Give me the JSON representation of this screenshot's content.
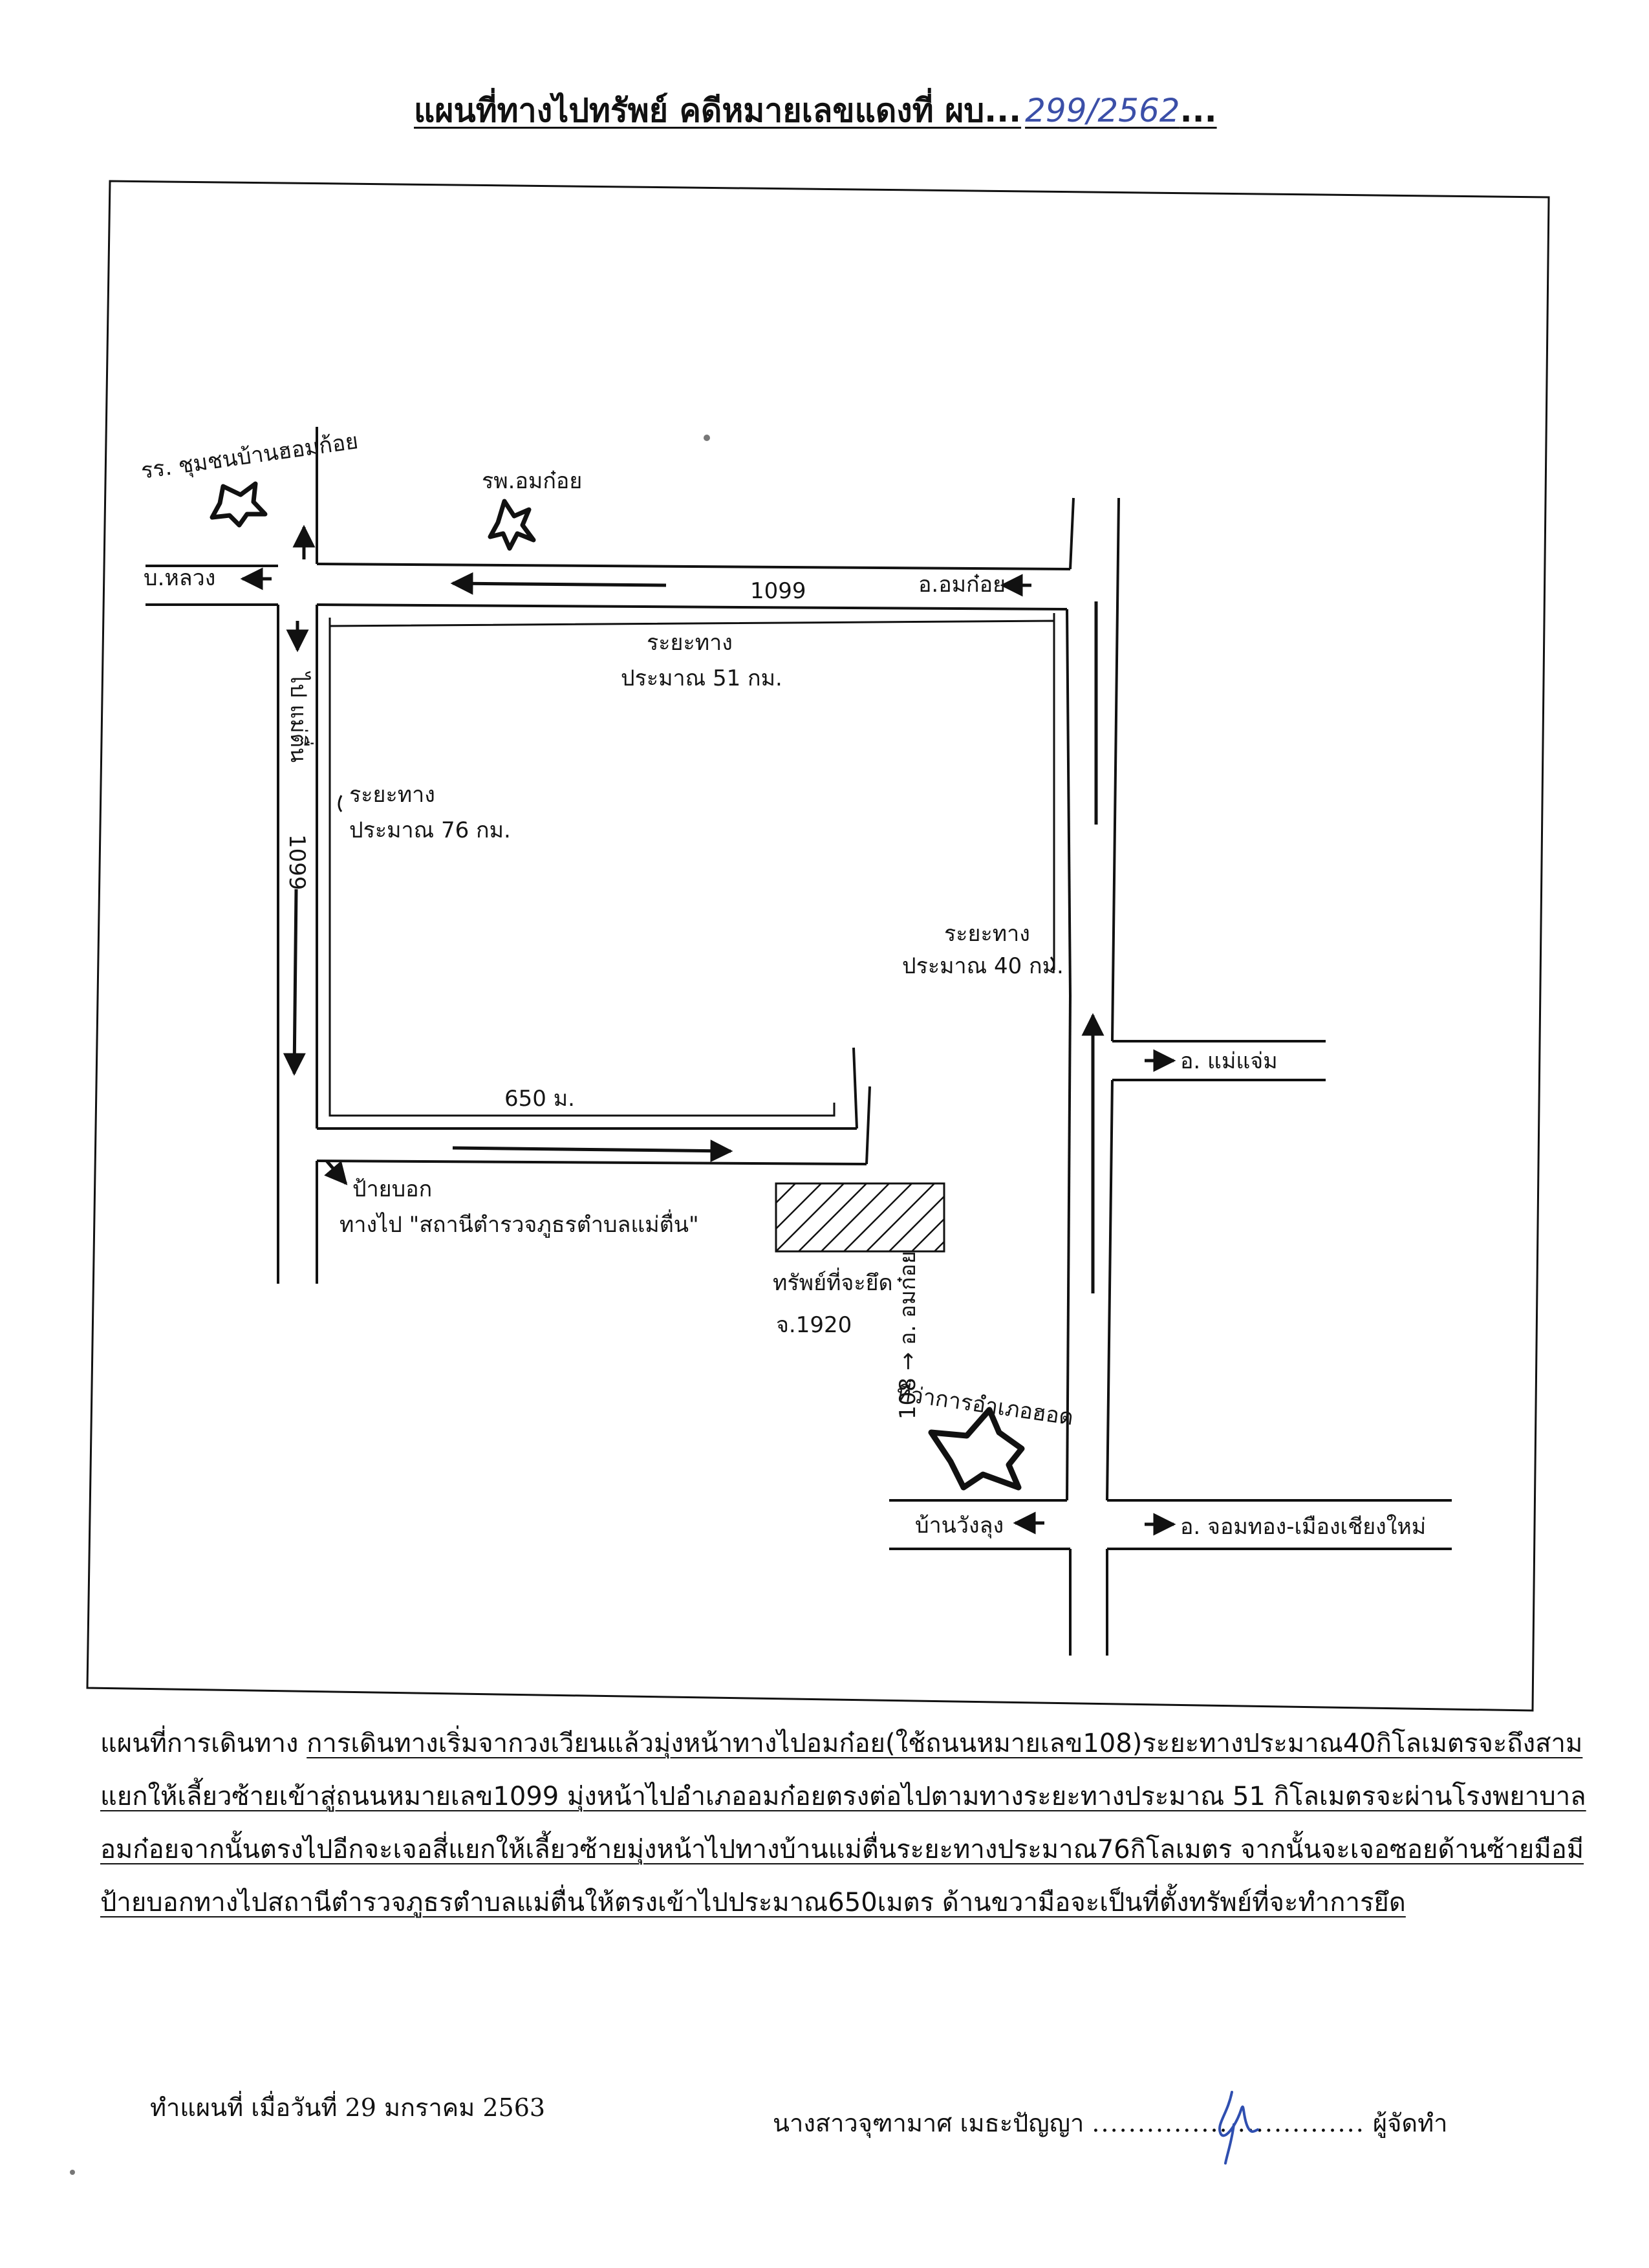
{
  "title": {
    "text": "แผนที่ทางไปทรัพย์  คดีหมายเลขแดงที่ ผบ...",
    "case_number": "299/2562",
    "trail": "..."
  },
  "map": {
    "labels": {
      "school": "รร. ชุมชนบ้านฮอมก้อย",
      "hospital": "รพ.อมก๋อย",
      "ban_luang": "บ.หลวง",
      "road_1099_top": "1099",
      "amphoe_omkoi": "อ.อมก๋อย",
      "dist_51_a": "ระยะทาง",
      "dist_51_b": "ประมาณ 51 กม.",
      "dist_76_a": "ระยะทาง",
      "dist_76_b": "ประมาณ 76 กม.",
      "to_mae_tuen": "ไป แม่ตื่น",
      "road_1099_left": "1099",
      "dist_40_a": "ระยะทาง",
      "dist_40_b": "ประมาณ 40 กม.",
      "amphoe_mae_chaem": "อ. แม่แจ่ม",
      "dist_650": "650 ม.",
      "sign_a": "ป้ายบอก",
      "sign_b": "ทางไป \"สถานีตำรวจภูธรตำบลแม่ตื่น\"",
      "property_a": "ทรัพย์ที่จะยึด",
      "property_b": "จ.1920",
      "road_108": "108 → อ. อมก๋อย",
      "roundabout": "ที่ว่าการอำเภอฮอด",
      "ban_wang_lung": "บ้านวังลุง",
      "chom_thong": "อ. จอมทอง-เมืองเชียงใหม่"
    }
  },
  "description": {
    "line1_prefix": "แผนที่การเดินทาง ",
    "line1": "การเดินทางเริ่มจากวงเวียนแล้วมุ่งหน้าทางไปอมก๋อย(ใช้ถนนหมายเลข108)ระยะทางประมาณ40กิโลเมตรจะถึงสาม",
    "line2": "แยกให้เลี้ยวซ้ายเข้าสู่ถนนหมายเลข1099 มุ่งหน้าไปอำเภออมก๋อยตรงต่อไปตามทางระยะทางประมาณ 51 กิโลเมตรจะผ่านโรงพยาบาล",
    "line3": "อมก๋อยจากนั้นตรงไปอีกจะเจอสี่แยกให้เลี้ยวซ้ายมุ่งหน้าไปทางบ้านแม่ตื่นระยะทางประมาณ76กิโลเมตร จากนั้นจะเจอซอยด้านซ้ายมือมี",
    "line4": "ป้ายบอกทางไปสถานีตำรวจภูธรตำบลแม่ตื่นให้ตรงเข้าไปประมาณ650เมตร ด้านขวามือจะเป็นที่ตั้งทรัพย์ที่จะทำการยึด"
  },
  "footer": {
    "date": "ทำแผนที่ เมื่อวันที่ 29 มกราคม 2563",
    "author": "นางสาวจุฑามาศ  เมธะปัญญา",
    "dots": "..............................",
    "role": "ผู้จัดทำ"
  }
}
